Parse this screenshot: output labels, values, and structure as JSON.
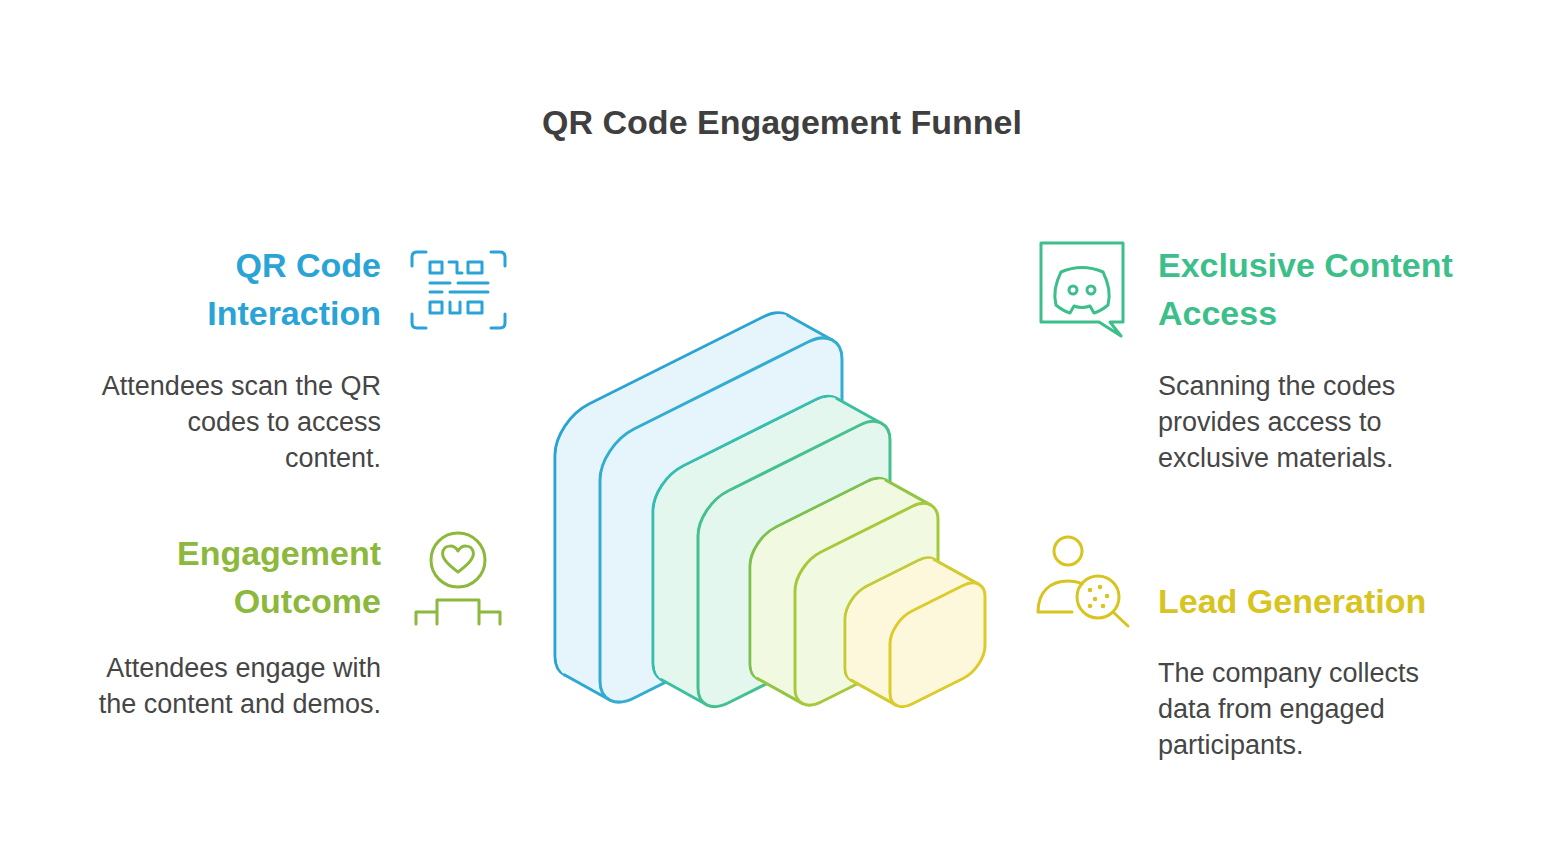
{
  "diagram": {
    "title": "QR Code Engagement Funnel",
    "labels": [
      "QR Code Interaction",
      "Attendees scan the QR codes to access content.",
      "Exclusive Content Access",
      "Scanning the codes provides access to exclusive materials.",
      "Engagement Outcome",
      "Attendees engage with the content and demos.",
      "Lead Generation",
      "The company collects data from engaged participants."
    ]
  }
}
